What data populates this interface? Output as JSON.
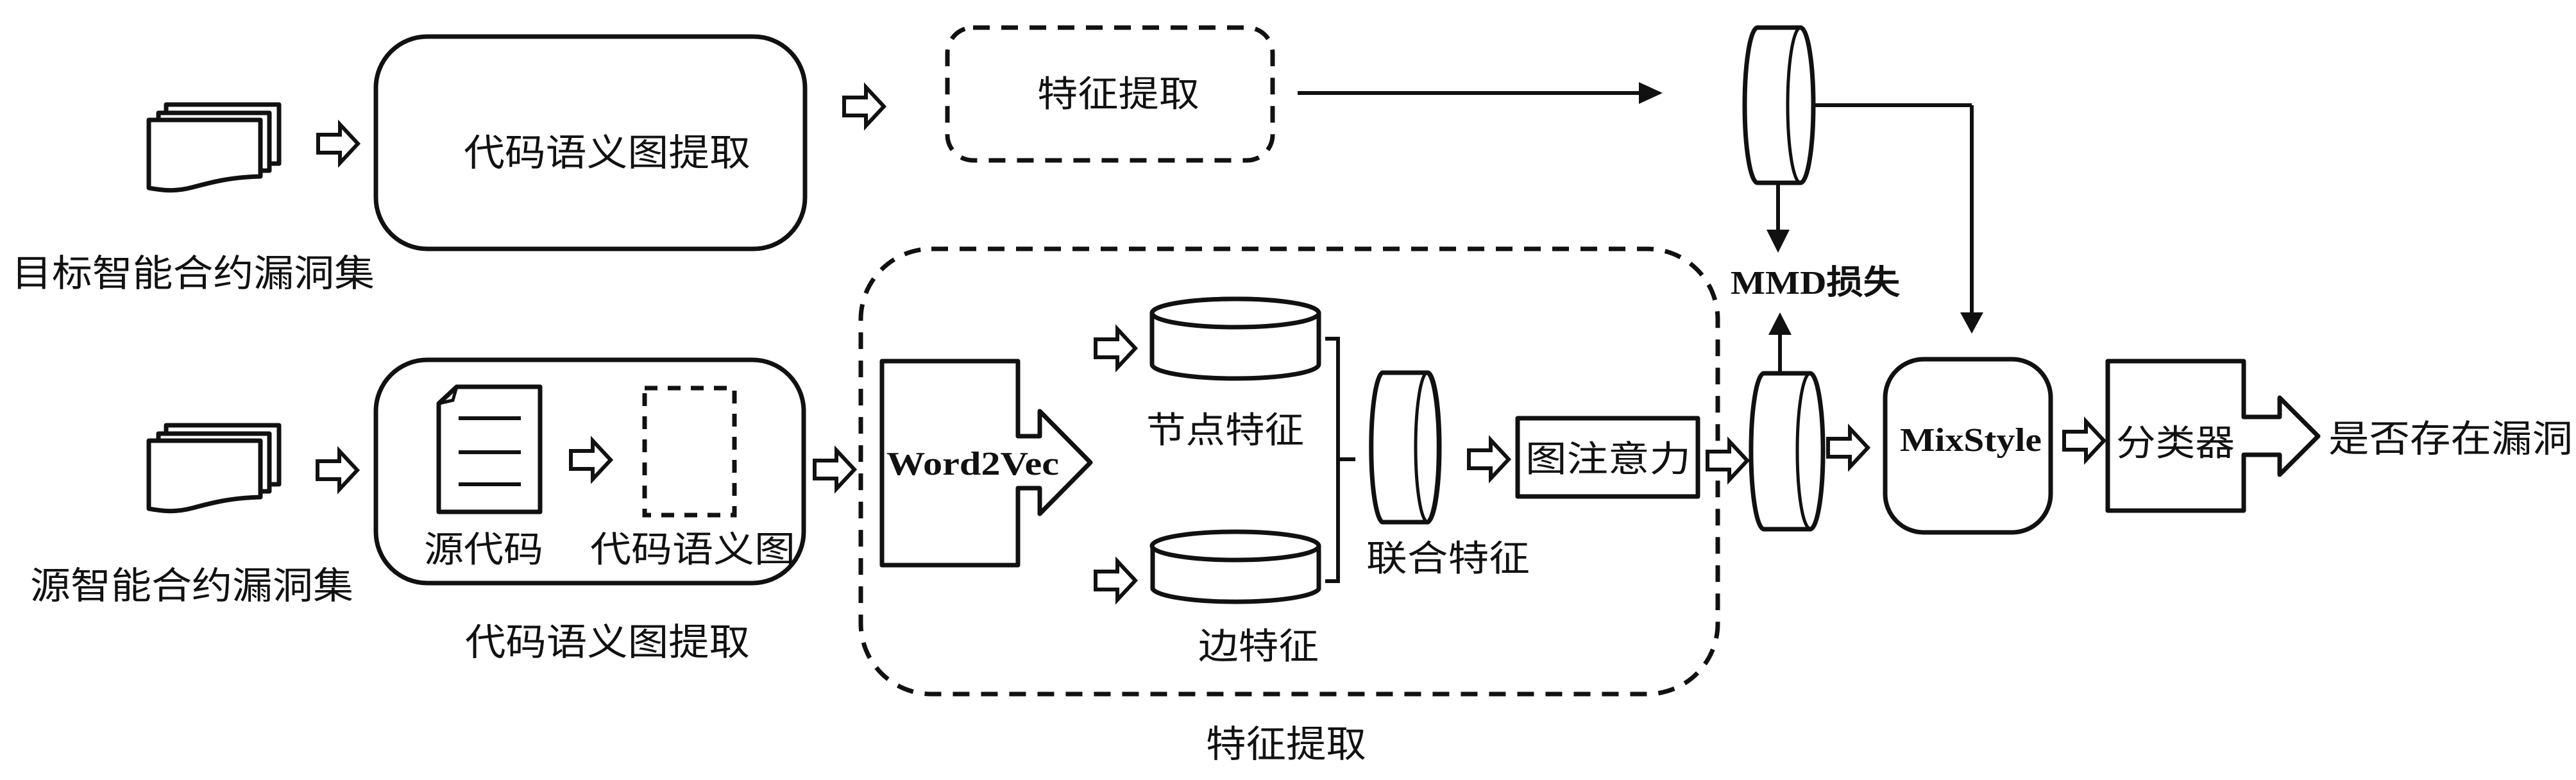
{
  "diagram": {
    "target_dataset_label": "目标智能合约漏洞集",
    "source_dataset_label": "源智能合约漏洞集",
    "target_extraction_box_label": "代码语义图提取",
    "target_feature_box_label": "特征提取",
    "source_extraction": {
      "source_code_label": "源代码",
      "semantic_graph_label": "代码语义图",
      "caption": "代码语义图提取"
    },
    "feature_extraction": {
      "word2vec_label": "Word2Vec",
      "node_feature_label": "节点特征",
      "edge_feature_label": "边特征",
      "joint_feature_label": "联合特征",
      "graph_attention_label": "图注意力",
      "caption": "特征提取"
    },
    "mmd_loss_label": "MMD损失",
    "mixstyle_label": "MixStyle",
    "classifier_label": "分类器",
    "output_label": "是否存在漏洞"
  }
}
